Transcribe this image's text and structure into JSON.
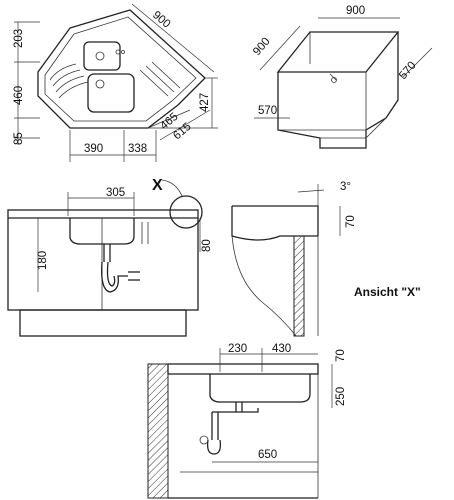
{
  "top_view": {
    "dims": [
      "203",
      "900",
      "460",
      "85",
      "427",
      "465",
      "615",
      "390",
      "338"
    ]
  },
  "cabinet_view": {
    "dims": [
      "900",
      "900",
      "570",
      "570"
    ]
  },
  "front_view": {
    "dims": [
      "305",
      "180",
      "80"
    ],
    "detail_marker": "X"
  },
  "detail_view": {
    "angle": "3°",
    "dims": [
      "70"
    ],
    "title": "Ansicht \"X\""
  },
  "side_view": {
    "dims": [
      "230",
      "430",
      "70",
      "250",
      "650"
    ]
  }
}
